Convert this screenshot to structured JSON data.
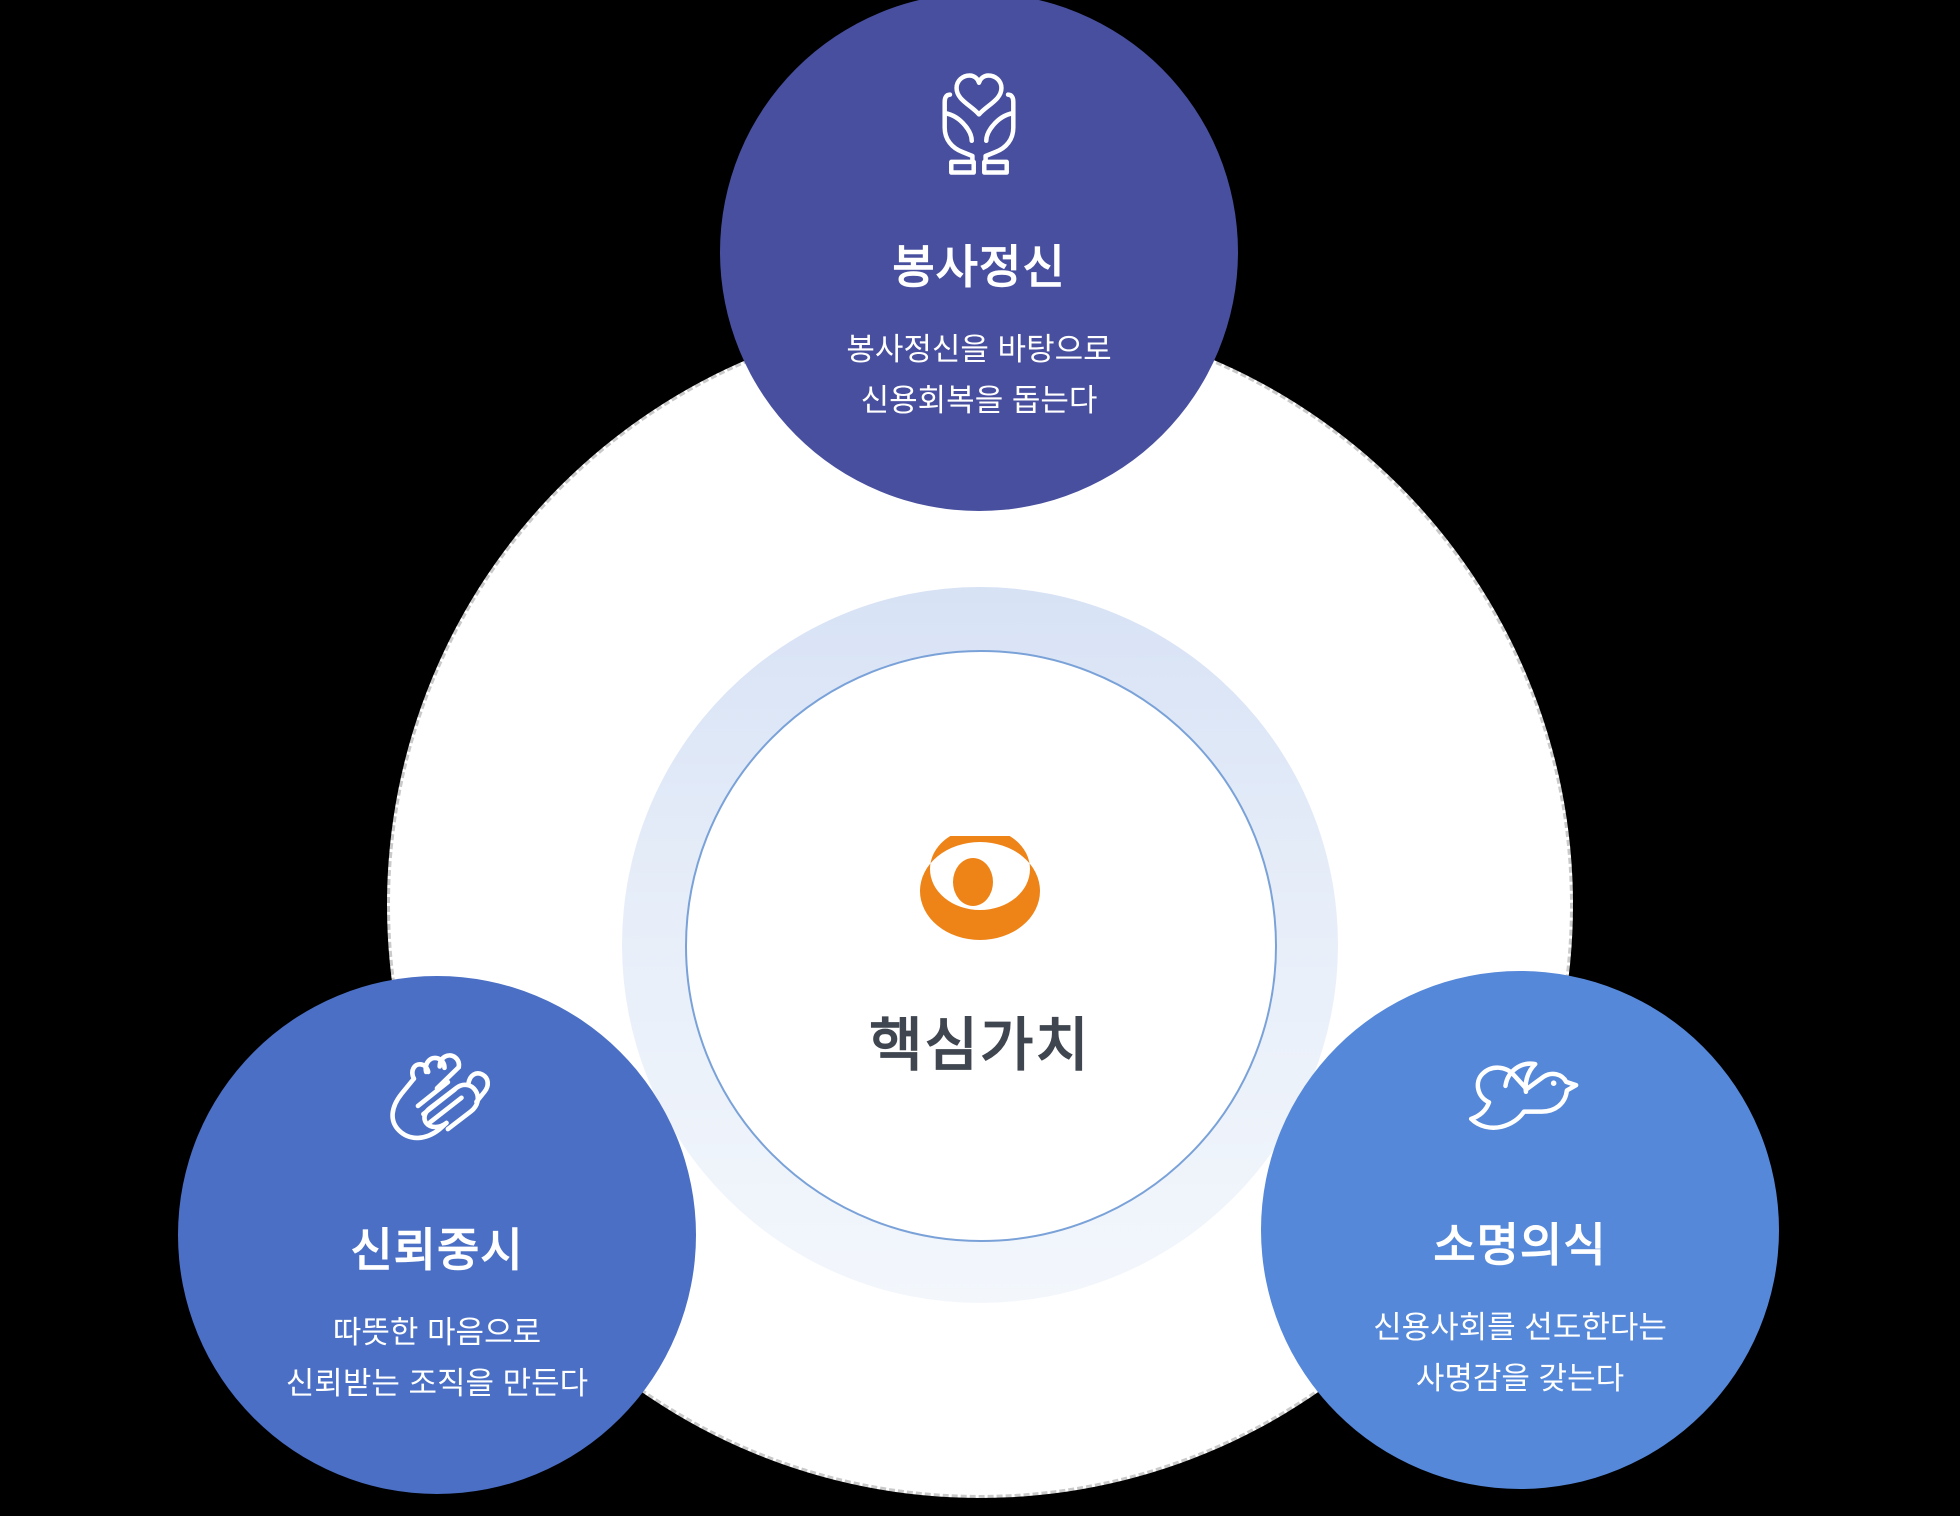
{
  "center": {
    "title": "핵심가치",
    "logo_icon": "person-crescent-emblem-icon"
  },
  "values": [
    {
      "position": "top",
      "icon": "hands-holding-heart-icon",
      "title": "봉사정신",
      "line1": "봉사정신을 바탕으로",
      "line2": "신용회복을 돕는다"
    },
    {
      "position": "bottom-left",
      "icon": "clapping-hands-icon",
      "title": "신뢰중시",
      "line1": "따뜻한 마음으로",
      "line2": "신뢰받는 조직을 만든다"
    },
    {
      "position": "bottom-right",
      "icon": "dove-icon",
      "title": "소명의식",
      "line1": "신용사회를 선도한다는",
      "line2": "사명감을 갖는다"
    }
  ],
  "colors": {
    "background": "#000000",
    "big_circle_fill": "#ffffff",
    "dashed_ring": "#cacaca",
    "halo_blue": "#d7e2f5",
    "inner_ring_stroke": "#7aa2d8",
    "logo_orange": "#ee8418",
    "center_text": "#3f4650",
    "top_circle": "#474f9e",
    "left_circle": "#4a6fc5",
    "right_circle": "#5588d9"
  }
}
